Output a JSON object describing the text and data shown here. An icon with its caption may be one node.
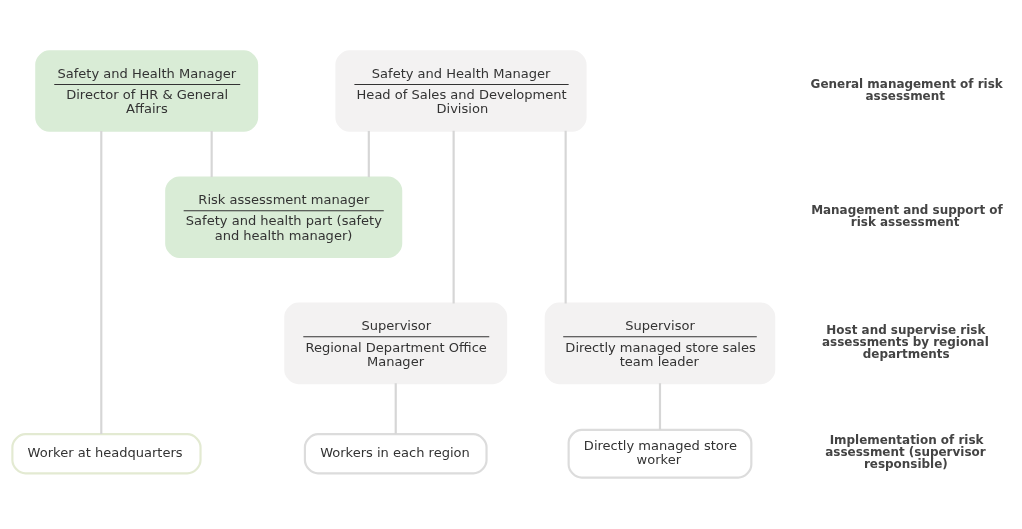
{
  "diagram": {
    "nodes": [
      {
        "text": [
          "Safety and Health Manager",
          "Director of HR & General Affairs"
        ]
      },
      {
        "text": [
          "Safety and Health Manager",
          "Head of Sales and Development Division"
        ]
      },
      {
        "text": [
          "Risk assessment manager",
          "Safety and health part (safety and health manager)"
        ]
      },
      {
        "text": [
          "Supervisor",
          "Regional Department Office Manager"
        ]
      },
      {
        "text": [
          "Supervisor",
          "Directly managed store sales team leader"
        ]
      },
      {
        "text": [
          "Worker at headquarters"
        ]
      },
      {
        "text": [
          "Workers in each region"
        ]
      },
      {
        "text": [
          "Directly managed store worker"
        ]
      }
    ],
    "edges": [
      {
        "from": 0,
        "to": 5,
        "arrow": "none"
      },
      {
        "from": 0,
        "to": 2,
        "arrow": "none"
      },
      {
        "from": 1,
        "to": 2,
        "arrow": "none"
      },
      {
        "from": 1,
        "to": 3,
        "arrow": "none"
      },
      {
        "from": 1,
        "to": 4,
        "arrow": "none"
      },
      {
        "from": 3,
        "to": 6,
        "arrow": "none"
      },
      {
        "from": 4,
        "to": 7,
        "arrow": "none"
      }
    ],
    "labels": [
      "General management of risk assessment",
      "Management and support of risk assessment",
      "Host and supervise risk assessments by regional departments",
      "Implementation of risk assessment (supervisor responsible)"
    ]
  }
}
